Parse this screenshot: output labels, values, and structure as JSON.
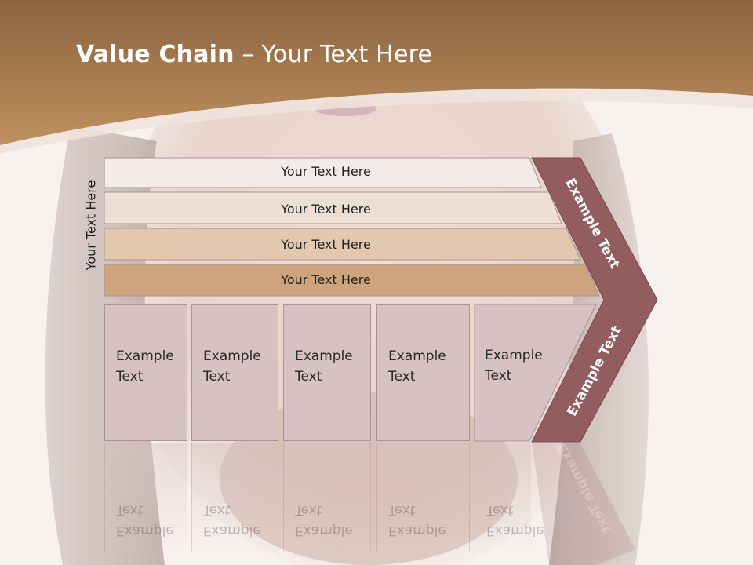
{
  "title": {
    "bold": "Value Chain",
    "rest": " – Your Text Here"
  },
  "side_label": "Your Text Here",
  "bars": [
    {
      "label": "Your Text Here",
      "color": "#f2ebe7"
    },
    {
      "label": "Your Text Here",
      "color": "#eddfd4"
    },
    {
      "label": "Your Text Here",
      "color": "#e2c8ae"
    },
    {
      "label": "Your Text Here",
      "color": "#cda47d"
    }
  ],
  "boxes": [
    {
      "text": "Example\nText"
    },
    {
      "text": "Example\nText"
    },
    {
      "text": "Example\nText"
    },
    {
      "text": "Example\nText"
    },
    {
      "text": "Example\nText"
    }
  ],
  "arrow": {
    "top_label": "Example Text",
    "bottom_label": "Example Text",
    "color": "#935c5e"
  },
  "colors": {
    "header": "#b38052",
    "background": "#f7f1ef",
    "box": "#d6c2c3"
  }
}
